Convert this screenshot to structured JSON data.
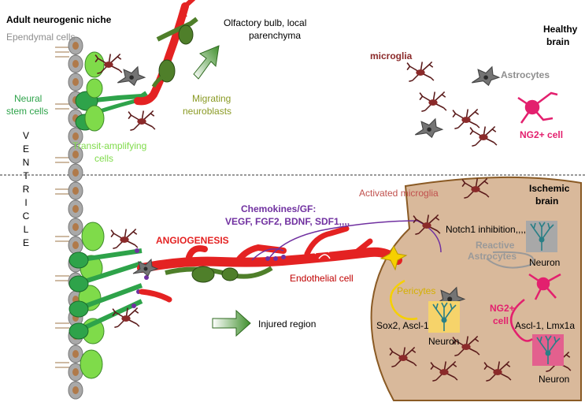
{
  "colors": {
    "ependymal": "#a9a9a9",
    "stem": "#2ea34a",
    "transit": "#7fdb4a",
    "neuroblast": "#4f7f2a",
    "vessel": "#e42222",
    "microglia": "#8b2a2a",
    "astrocyte": "#747474",
    "ng2": "#e3206e",
    "chemokine": "#7030a0",
    "pericyte": "#f6d000",
    "ischemic": "#d9b99b",
    "ischemic_border": "#8a5a24",
    "arrow": "#3f8f2c"
  },
  "labels": {
    "niche_title": "Adult neurogenic niche",
    "ependymal": "Ependymal cells",
    "stem_1": "Neural",
    "stem_2": "stem cells",
    "ventricle_letters": [
      "V",
      "E",
      "N",
      "T",
      "R",
      "I",
      "C",
      "L",
      "E"
    ],
    "transit_1": "Transit-amplifying",
    "transit_2": "cells",
    "migrating_1": "Migrating",
    "migrating_2": "neuroblasts",
    "olfactory_1": "Olfactory bulb, local",
    "olfactory_2": "parenchyma",
    "healthy_1": "Healthy",
    "healthy_2": "brain",
    "microglia": "microglia",
    "astrocytes": "Astrocytes",
    "ng2_cell": "NG2+ cell",
    "chemokines_title": "Chemokines/GF:",
    "chemokines_list": "VEGF, FGF2,  BDNF, SDF1,,,,",
    "activated_microglia": "Activated microglia",
    "ischemic_1": "Ischemic",
    "ischemic_2": "brain",
    "angiogenesis": "ANGIOGENESIS",
    "notch": "Notch1 inhibition,,,,",
    "reactive_1": "Reactive",
    "reactive_2": "Astrocytes",
    "neuron_a": "Neuron",
    "endothelial": "Endothelial cell",
    "pericytes": "Pericytes",
    "ng2_plus_1": "NG2+",
    "ng2_plus_2": "cell",
    "sox2": "Sox2, Ascl-1",
    "ascl_lmx": "Ascl-1, Lmx1a",
    "neuron_b": "Neuron",
    "neuron_c": "Neuron",
    "injured": "Injured region"
  }
}
